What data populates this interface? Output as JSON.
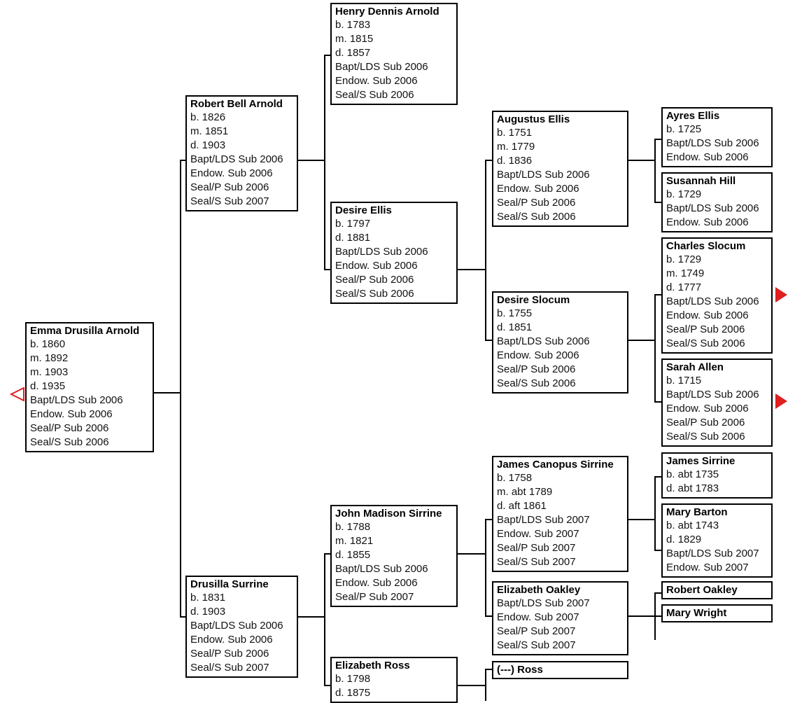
{
  "chart": {
    "kind": "pedigree-chart",
    "accent_arrow_color": "#e02020",
    "box_border_color": "#000000",
    "background": "#ffffff"
  },
  "people": {
    "root": {
      "name": "Emma Drusilla Arnold",
      "lines": [
        "b. 1860",
        "m. 1892",
        "m. 1903",
        "d. 1935",
        "Bapt/LDS Sub 2006",
        "Endow. Sub 2006",
        "Seal/P Sub 2006",
        "Seal/S Sub 2006"
      ]
    },
    "father": {
      "name": "Robert Bell Arnold",
      "lines": [
        "b. 1826",
        "m. 1851",
        "d. 1903",
        "Bapt/LDS Sub 2006",
        "Endow. Sub 2006",
        "Seal/P Sub 2006",
        "Seal/S Sub 2007"
      ]
    },
    "mother": {
      "name": "Drusilla Surrine",
      "lines": [
        "b. 1831",
        "d. 1903",
        "Bapt/LDS Sub 2006",
        "Endow. Sub 2006",
        "Seal/P Sub 2006",
        "Seal/S Sub 2007"
      ]
    },
    "ff": {
      "name": "Henry Dennis Arnold",
      "lines": [
        "b. 1783",
        "m. 1815",
        "d. 1857",
        "Bapt/LDS Sub 2006",
        "Endow. Sub 2006",
        "Seal/S Sub 2006"
      ]
    },
    "fm": {
      "name": "Desire Ellis",
      "lines": [
        "b. 1797",
        "d. 1881",
        "Bapt/LDS Sub 2006",
        "Endow. Sub 2006",
        "Seal/P Sub 2006",
        "Seal/S Sub 2006"
      ]
    },
    "mf": {
      "name": "John Madison Sirrine",
      "lines": [
        "b. 1788",
        "m. 1821",
        "d. 1855",
        "Bapt/LDS Sub 2006",
        "Endow. Sub 2006",
        "Seal/P Sub 2007"
      ]
    },
    "mm": {
      "name": "Elizabeth Ross",
      "lines": [
        "b. 1798",
        "d. 1875"
      ]
    },
    "fmf": {
      "name": "Augustus Ellis",
      "lines": [
        "b. 1751",
        "m. 1779",
        "d. 1836",
        "Bapt/LDS Sub 2006",
        "Endow. Sub 2006",
        "Seal/P Sub 2006",
        "Seal/S Sub 2006"
      ]
    },
    "fmm": {
      "name": "Desire Slocum",
      "lines": [
        "b. 1755",
        "d. 1851",
        "Bapt/LDS Sub 2006",
        "Endow. Sub 2006",
        "Seal/P Sub 2006",
        "Seal/S Sub 2006"
      ]
    },
    "mff": {
      "name": "James Canopus Sirrine",
      "lines": [
        "b. 1758",
        "m. abt 1789",
        "d. aft 1861",
        "Bapt/LDS Sub 2007",
        "Endow. Sub 2007",
        "Seal/P Sub 2007",
        "Seal/S Sub 2007"
      ]
    },
    "mfm": {
      "name": "Elizabeth Oakley",
      "lines": [
        "Bapt/LDS Sub 2007",
        "Endow. Sub 2007",
        "Seal/P Sub 2007",
        "Seal/S Sub 2007"
      ]
    },
    "mmf": {
      "name": "(---) Ross",
      "lines": []
    },
    "fmff": {
      "name": "Ayres Ellis",
      "lines": [
        "b. 1725",
        "Bapt/LDS Sub 2006",
        "Endow. Sub 2006"
      ]
    },
    "fmfm": {
      "name": "Susannah Hill",
      "lines": [
        "b. 1729",
        "Bapt/LDS Sub 2006",
        "Endow. Sub 2006"
      ]
    },
    "fmmf": {
      "name": "Charles Slocum",
      "lines": [
        "b. 1729",
        "m. 1749",
        "d. 1777",
        "Bapt/LDS Sub 2006",
        "Endow. Sub 2006",
        "Seal/P Sub 2006",
        "Seal/S Sub 2006"
      ]
    },
    "fmmm": {
      "name": "Sarah Allen",
      "lines": [
        "b. 1715",
        "Bapt/LDS Sub 2006",
        "Endow. Sub 2006",
        "Seal/P Sub 2006",
        "Seal/S Sub 2006"
      ]
    },
    "mfff": {
      "name": "James Sirrine",
      "lines": [
        "b. abt 1735",
        "d. abt 1783"
      ]
    },
    "mffm": {
      "name": "Mary Barton",
      "lines": [
        "b. abt 1743",
        "d. 1829",
        "Bapt/LDS Sub 2007",
        "Endow. Sub 2007"
      ]
    },
    "mfmf": {
      "name": "Robert Oakley",
      "lines": []
    },
    "mfmm": {
      "name": "Mary Wright",
      "lines": []
    }
  },
  "arrows": {
    "root_expand_descendants": "left-triangle-outline",
    "charles_slocum_expand": "right-triangle-solid",
    "sarah_allen_expand": "right-triangle-solid"
  }
}
